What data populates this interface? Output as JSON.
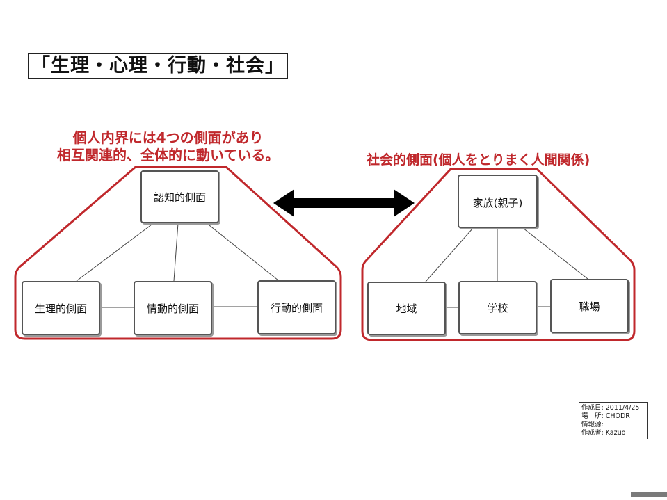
{
  "title": "「生理・心理・行動・社会」",
  "left_group": {
    "label_line1": "個人内界には4つの側面があり",
    "label_line2": "相互関連的、全体的に動いている。",
    "nodes": {
      "cognitive": "認知的側面",
      "physiological": "生理的側面",
      "emotional": "情動的側面",
      "behavioral": "行動的側面"
    }
  },
  "right_group": {
    "label": "社会的側面(個人をとりまく人間関係)",
    "nodes": {
      "family": "家族(親子)",
      "community": "地域",
      "school": "学校",
      "workplace": "職場"
    }
  },
  "info_box": {
    "line1": "作成日: 2011/4/25",
    "line2": "場　所: CHODR",
    "line3": "情報源:",
    "line4": "作成者: Kazuo"
  },
  "colors": {
    "outline_red": "#c0282c",
    "arrow_black": "#000000"
  }
}
